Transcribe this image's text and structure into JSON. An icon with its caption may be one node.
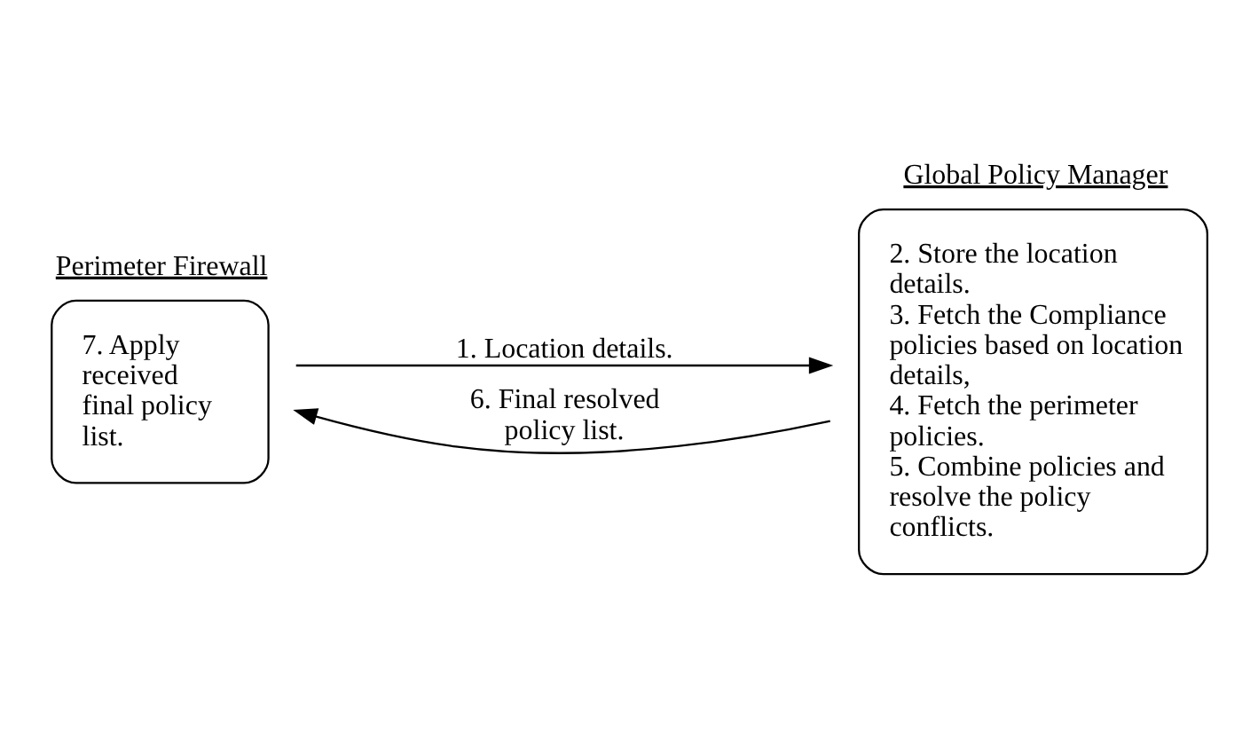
{
  "diagram": {
    "nodes": [
      {
        "text": [
          "Perimeter Firewall",
          "7. Apply received final policy list."
        ]
      },
      {
        "text": [
          "Global Policy Manager",
          "2. Store the location details.",
          "3. Fetch the Compliance policies based on location details,",
          "4. Fetch the perimeter policies.",
          "5. Combine policies and resolve the policy conflicts."
        ]
      }
    ],
    "edges": [
      {
        "from": 0,
        "to": 1,
        "arrow": "to",
        "label": "1. Location details."
      },
      {
        "from": 1,
        "to": 0,
        "arrow": "to",
        "label": "6. Final resolved policy list."
      }
    ]
  }
}
